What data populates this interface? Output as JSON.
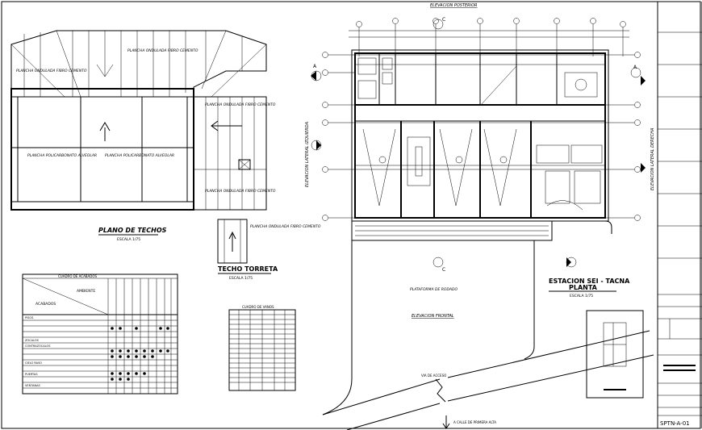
{
  "roof_plan": {
    "title": "PLANO DE TECHOS",
    "scale": "ESCALA 1/75",
    "labels": {
      "top_right": "PLANCHA ONDULADA FIBRO CEMENTO",
      "top_left": "PLANCHA ONDULADA FIBRO CEMENTO",
      "mid_right": "PLANCHA ONDULADA FIBRO CEMENTO",
      "bottom_right": "PLANCHA ONDULADA FIBRO CEMENTO",
      "polycarb_left": "PLANCHA POLICARBONATO ALVEOLAR",
      "polycarb_center": "PLANCHA POLICARBONATO ALVEOLAR"
    }
  },
  "tower_roof": {
    "title": "TECHO TORRETA",
    "scale": "ESCALA 1/75",
    "label": "PLANCHA ONDULADA FIBRO CEMENTO"
  },
  "finishes_table": {
    "title": "CUADRO DE ACABADOS",
    "col_header_top": "AMBIENTE",
    "row_header": "ACABADOS",
    "sections": [
      "PISOS",
      "ZOCALOS",
      "CONTRAZOCALOS",
      "CIELO RASO",
      "PUERTAS",
      "VENTANAS"
    ]
  },
  "openings_table": {
    "title": "CUADRO DE VANOS"
  },
  "elevations": {
    "rear": "ELEVACION POSTERIOR",
    "front": "ELEVACION FRONTAL",
    "left": "ELEVACION LATERAL IZQUIERDA",
    "right": "ELEVACION LATERAL DERECHA"
  },
  "plan": {
    "title_line1": "ESTACION SEI - TACNA",
    "title_line2": "PLANTA",
    "scale": "ESCALA 1/75",
    "platform": "PLATAFORMA DE RODADO",
    "access_road": "VIA DE ACCESO",
    "to_street": "A CALLE DE PRIMERA ALTA",
    "section_marks": [
      "A",
      "A",
      "C",
      "C"
    ]
  },
  "title_block": {
    "sheet_code": "SPTN-A-01"
  }
}
